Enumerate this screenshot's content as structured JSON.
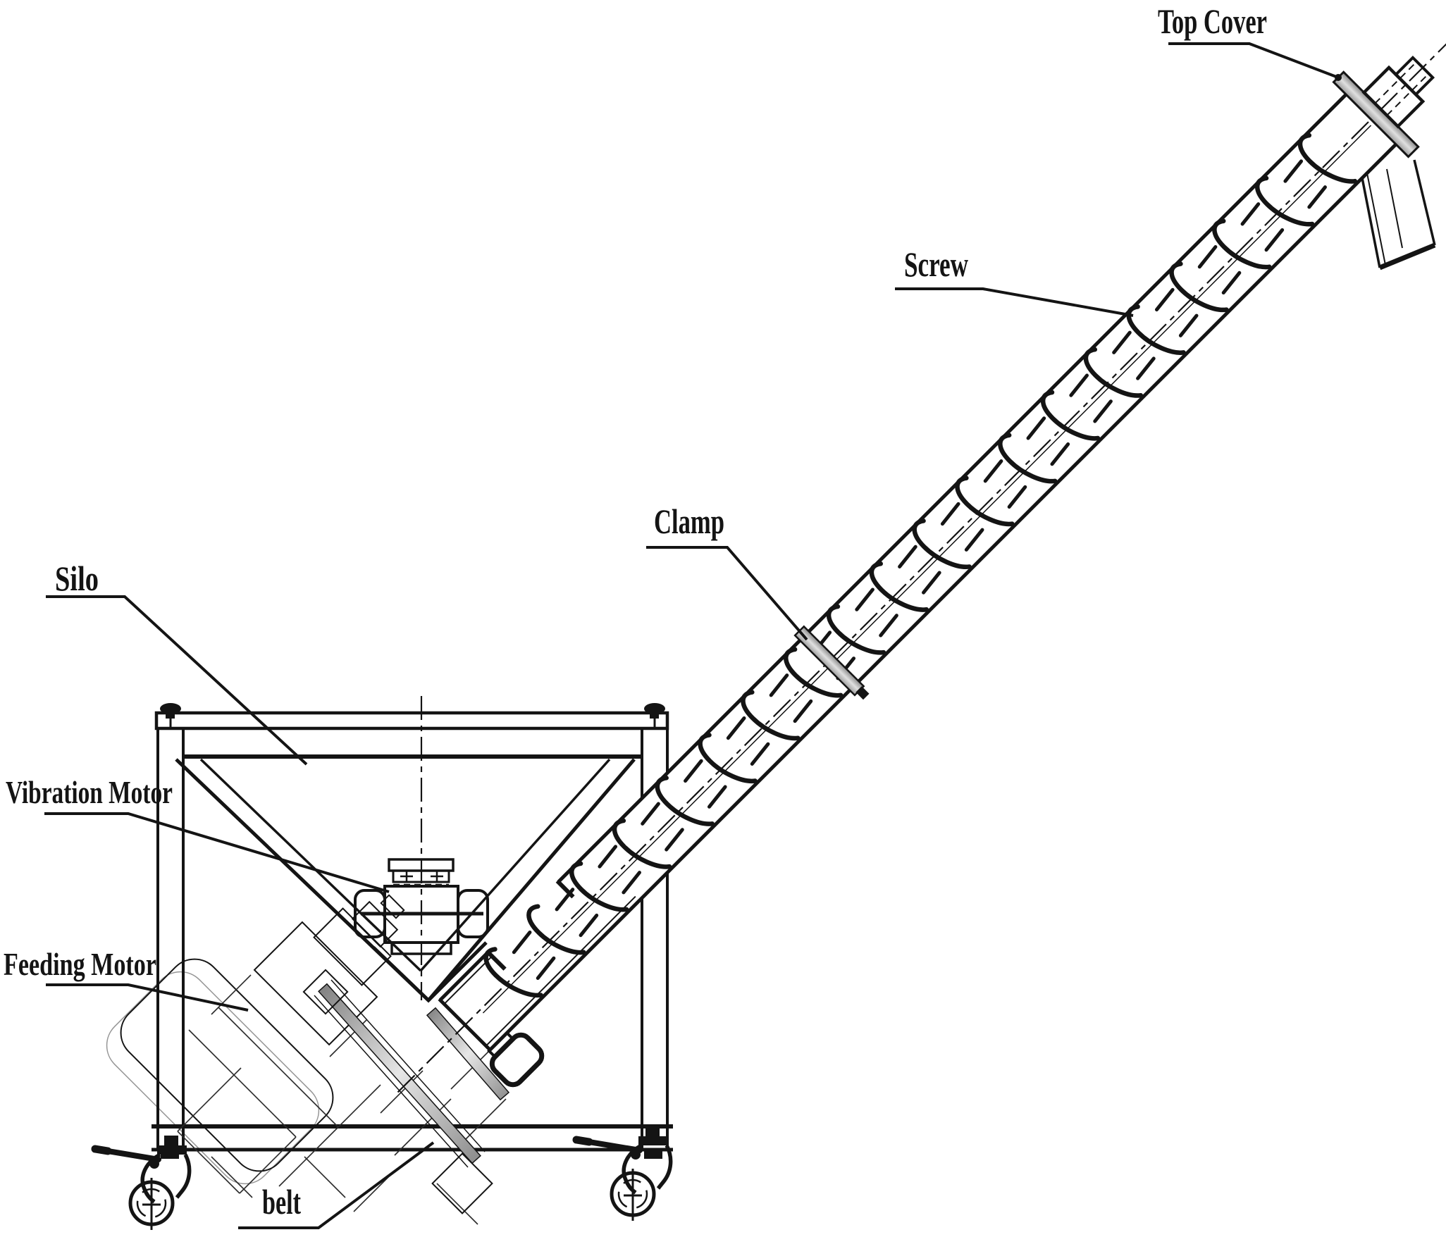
{
  "figure": {
    "type": "technical-line-diagram",
    "subject": "screw conveyor feeder with silo stand",
    "background": "#ffffff",
    "ink": "#141414",
    "shade_light": "#d9d9d9",
    "shade_dark": "#8a8a8a",
    "labels": {
      "top_cover": {
        "text": "Top Cover"
      },
      "screw": {
        "text": "Screw"
      },
      "clamp": {
        "text": "Clamp"
      },
      "silo": {
        "text": "Silo"
      },
      "vibration_motor": {
        "text": "Vibration Motor"
      },
      "feeding_motor": {
        "text": "Feeding Motor"
      },
      "belt": {
        "text": "belt"
      }
    }
  }
}
